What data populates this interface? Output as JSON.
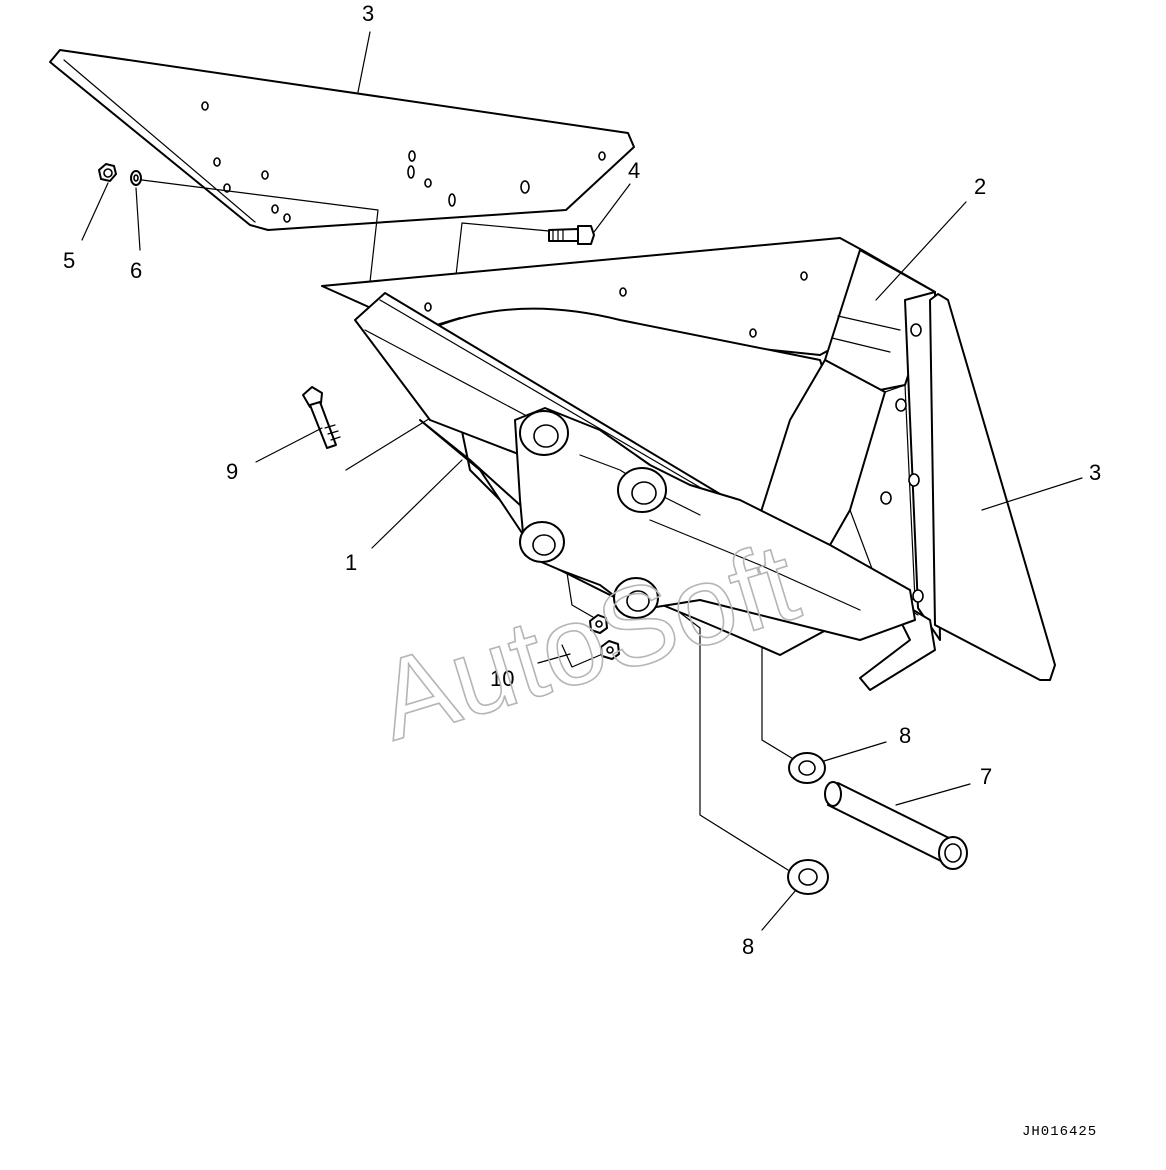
{
  "callouts": {
    "c1": "1",
    "c2": "2",
    "c3_top": "3",
    "c3_right": "3",
    "c4": "4",
    "c5": "5",
    "c6": "6",
    "c7": "7",
    "c8_upper": "8",
    "c8_lower": "8",
    "c9": "9",
    "c10": "10"
  },
  "watermark": "AutoSoft",
  "drawing_code": "JH016425"
}
